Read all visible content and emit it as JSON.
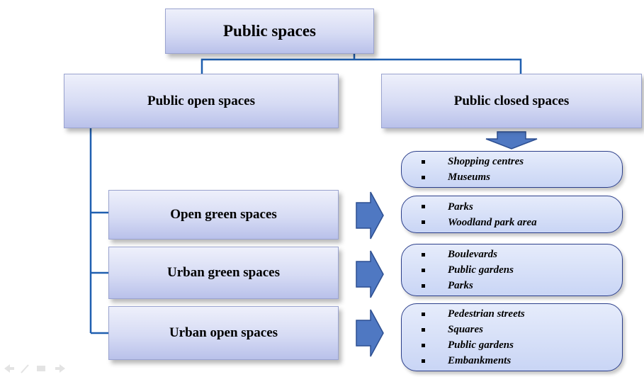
{
  "diagram": {
    "root": "Public spaces",
    "branch_open": "Public open spaces",
    "branch_closed": "Public closed spaces",
    "closed_list": [
      "Shopping centres",
      "Museums"
    ],
    "sub_nodes": [
      {
        "label": "Open green spaces",
        "items": [
          "Parks",
          "Woodland park area"
        ]
      },
      {
        "label": "Urban green spaces",
        "items": [
          "Boulevards",
          "Public gardens",
          "Parks"
        ]
      },
      {
        "label": "Urban open spaces",
        "items": [
          "Pedestrian streets",
          "Squares",
          "Public gardens",
          "Embankments"
        ]
      }
    ]
  },
  "colors": {
    "connector": "#1f5fb0",
    "arrow_fill": "#4f78c2",
    "arrow_stroke": "#2d4f91",
    "list_border": "#2b3e8a"
  },
  "icons": [
    "nav-prev-icon",
    "nav-draw-icon",
    "nav-menu-icon",
    "nav-next-icon"
  ]
}
